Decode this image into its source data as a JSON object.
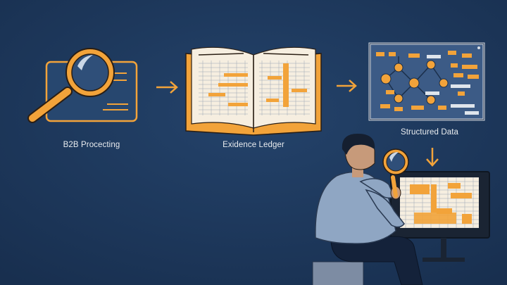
{
  "labels": {
    "step1": "B2B Procecting",
    "step2": "Exidence Ledger",
    "step3": "Structured Data"
  },
  "colors": {
    "background": "#1f3a5f",
    "accent": "#f2a33a",
    "paper": "#f6eee0",
    "panel": "#3c5b86",
    "text": "#e9ecef"
  },
  "icons": [
    "magnifier-card-icon",
    "open-book-icon",
    "network-diagram-icon",
    "arrow-right-icon",
    "arrow-down-icon",
    "analyst-figure-icon",
    "monitor-icon"
  ]
}
